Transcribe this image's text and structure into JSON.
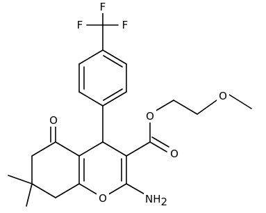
{
  "molecule": {
    "atoms": {
      "F1": {
        "symbol": "F"
      },
      "F2": {
        "symbol": "F"
      },
      "F3": {
        "symbol": "F"
      },
      "O_ketone": {
        "symbol": "O"
      },
      "O_ester_carbonyl": {
        "symbol": "O"
      },
      "O_ester_link": {
        "symbol": "O"
      },
      "O_methoxy": {
        "symbol": "O"
      },
      "O_ring": {
        "symbol": "O"
      },
      "N_amino": {
        "symbol": "NH",
        "subscript": "2"
      }
    },
    "colors": {
      "bond": "#000000",
      "text": "#000000",
      "background": "#ffffff"
    }
  }
}
